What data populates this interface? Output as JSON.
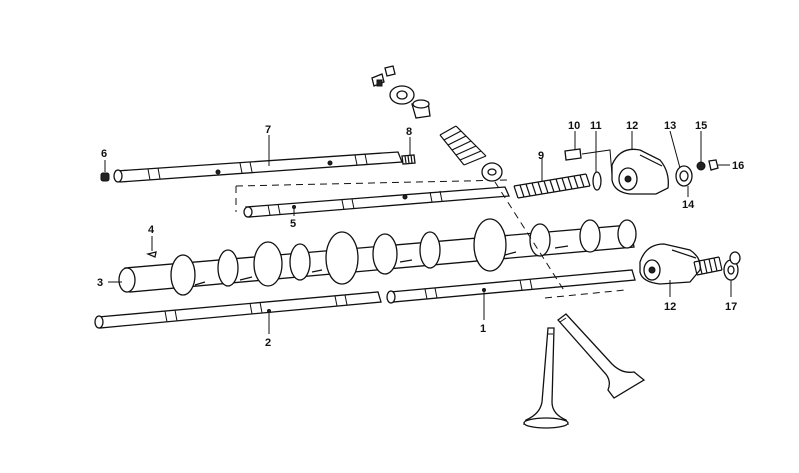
{
  "labels": {
    "p1": "1",
    "p2": "2",
    "p3": "3",
    "p4": "4",
    "p5": "5",
    "p6": "6",
    "p7": "7",
    "p8": "8",
    "p9": "9",
    "p10": "10",
    "p11": "11",
    "p12a": "12",
    "p12b": "12",
    "p13": "13",
    "p14": "14",
    "p15": "15",
    "p16": "16",
    "p17": "17"
  }
}
